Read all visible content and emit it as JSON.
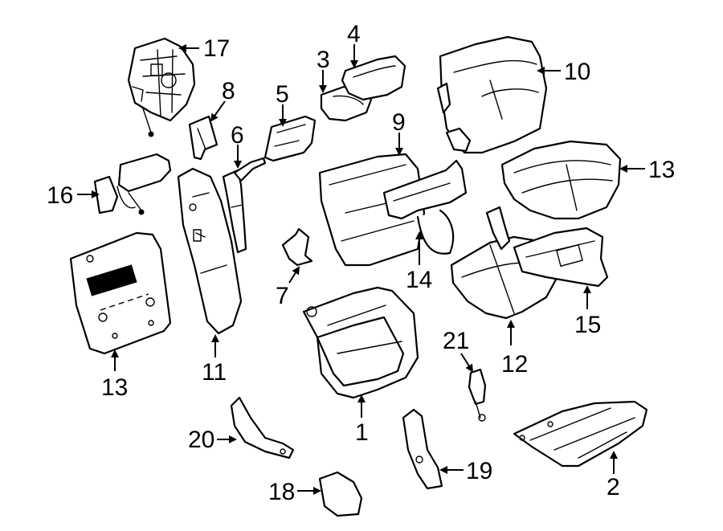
{
  "diagram": {
    "callouts": [
      {
        "id": "c17",
        "label": "17"
      },
      {
        "id": "c8",
        "label": "8"
      },
      {
        "id": "c3",
        "label": "3"
      },
      {
        "id": "c4",
        "label": "4"
      },
      {
        "id": "c5",
        "label": "5"
      },
      {
        "id": "c6",
        "label": "6"
      },
      {
        "id": "c9",
        "label": "9"
      },
      {
        "id": "c10",
        "label": "10"
      },
      {
        "id": "c13a",
        "label": "13"
      },
      {
        "id": "c16",
        "label": "16"
      },
      {
        "id": "c13b",
        "label": "13"
      },
      {
        "id": "c11",
        "label": "11"
      },
      {
        "id": "c7",
        "label": "7"
      },
      {
        "id": "c14",
        "label": "14"
      },
      {
        "id": "c15",
        "label": "15"
      },
      {
        "id": "c12",
        "label": "12"
      },
      {
        "id": "c21",
        "label": "21"
      },
      {
        "id": "c1",
        "label": "1"
      },
      {
        "id": "c20",
        "label": "20"
      },
      {
        "id": "c19",
        "label": "19"
      },
      {
        "id": "c18",
        "label": "18"
      },
      {
        "id": "c2",
        "label": "2"
      }
    ]
  }
}
